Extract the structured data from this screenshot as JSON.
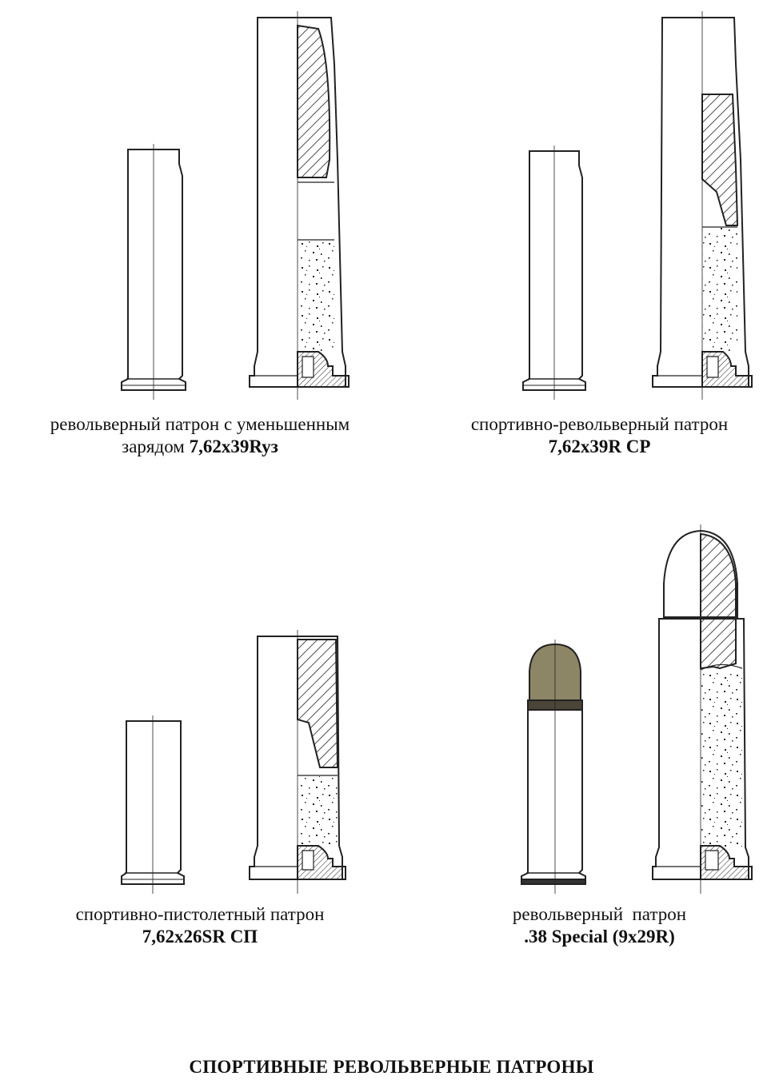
{
  "figures": [
    {
      "caption_line1": "револьверный патрон с уменьшенным",
      "caption_prefix": "зарядом ",
      "caption_code": "7,62x39Ryз"
    },
    {
      "caption_line1": "спортивно-револьверный патрон",
      "caption_code": "7,62x39R СР"
    },
    {
      "caption_line1": "спортивно-пистолетный патрон",
      "caption_code": "7,62x26SR СП"
    },
    {
      "caption_line1": "револьверный  патрон",
      "caption_code": ".38 Special (9x29R)"
    }
  ],
  "title": "СПОРТИВНЫЕ РЕВОЛЬВЕРНЫЕ ПАТРОНЫ",
  "colors": {
    "ink": "#222222",
    "bullet_fill": "#8c8566",
    "bullet_band": "#4a4538",
    "powder_bg": "#ffffff"
  }
}
